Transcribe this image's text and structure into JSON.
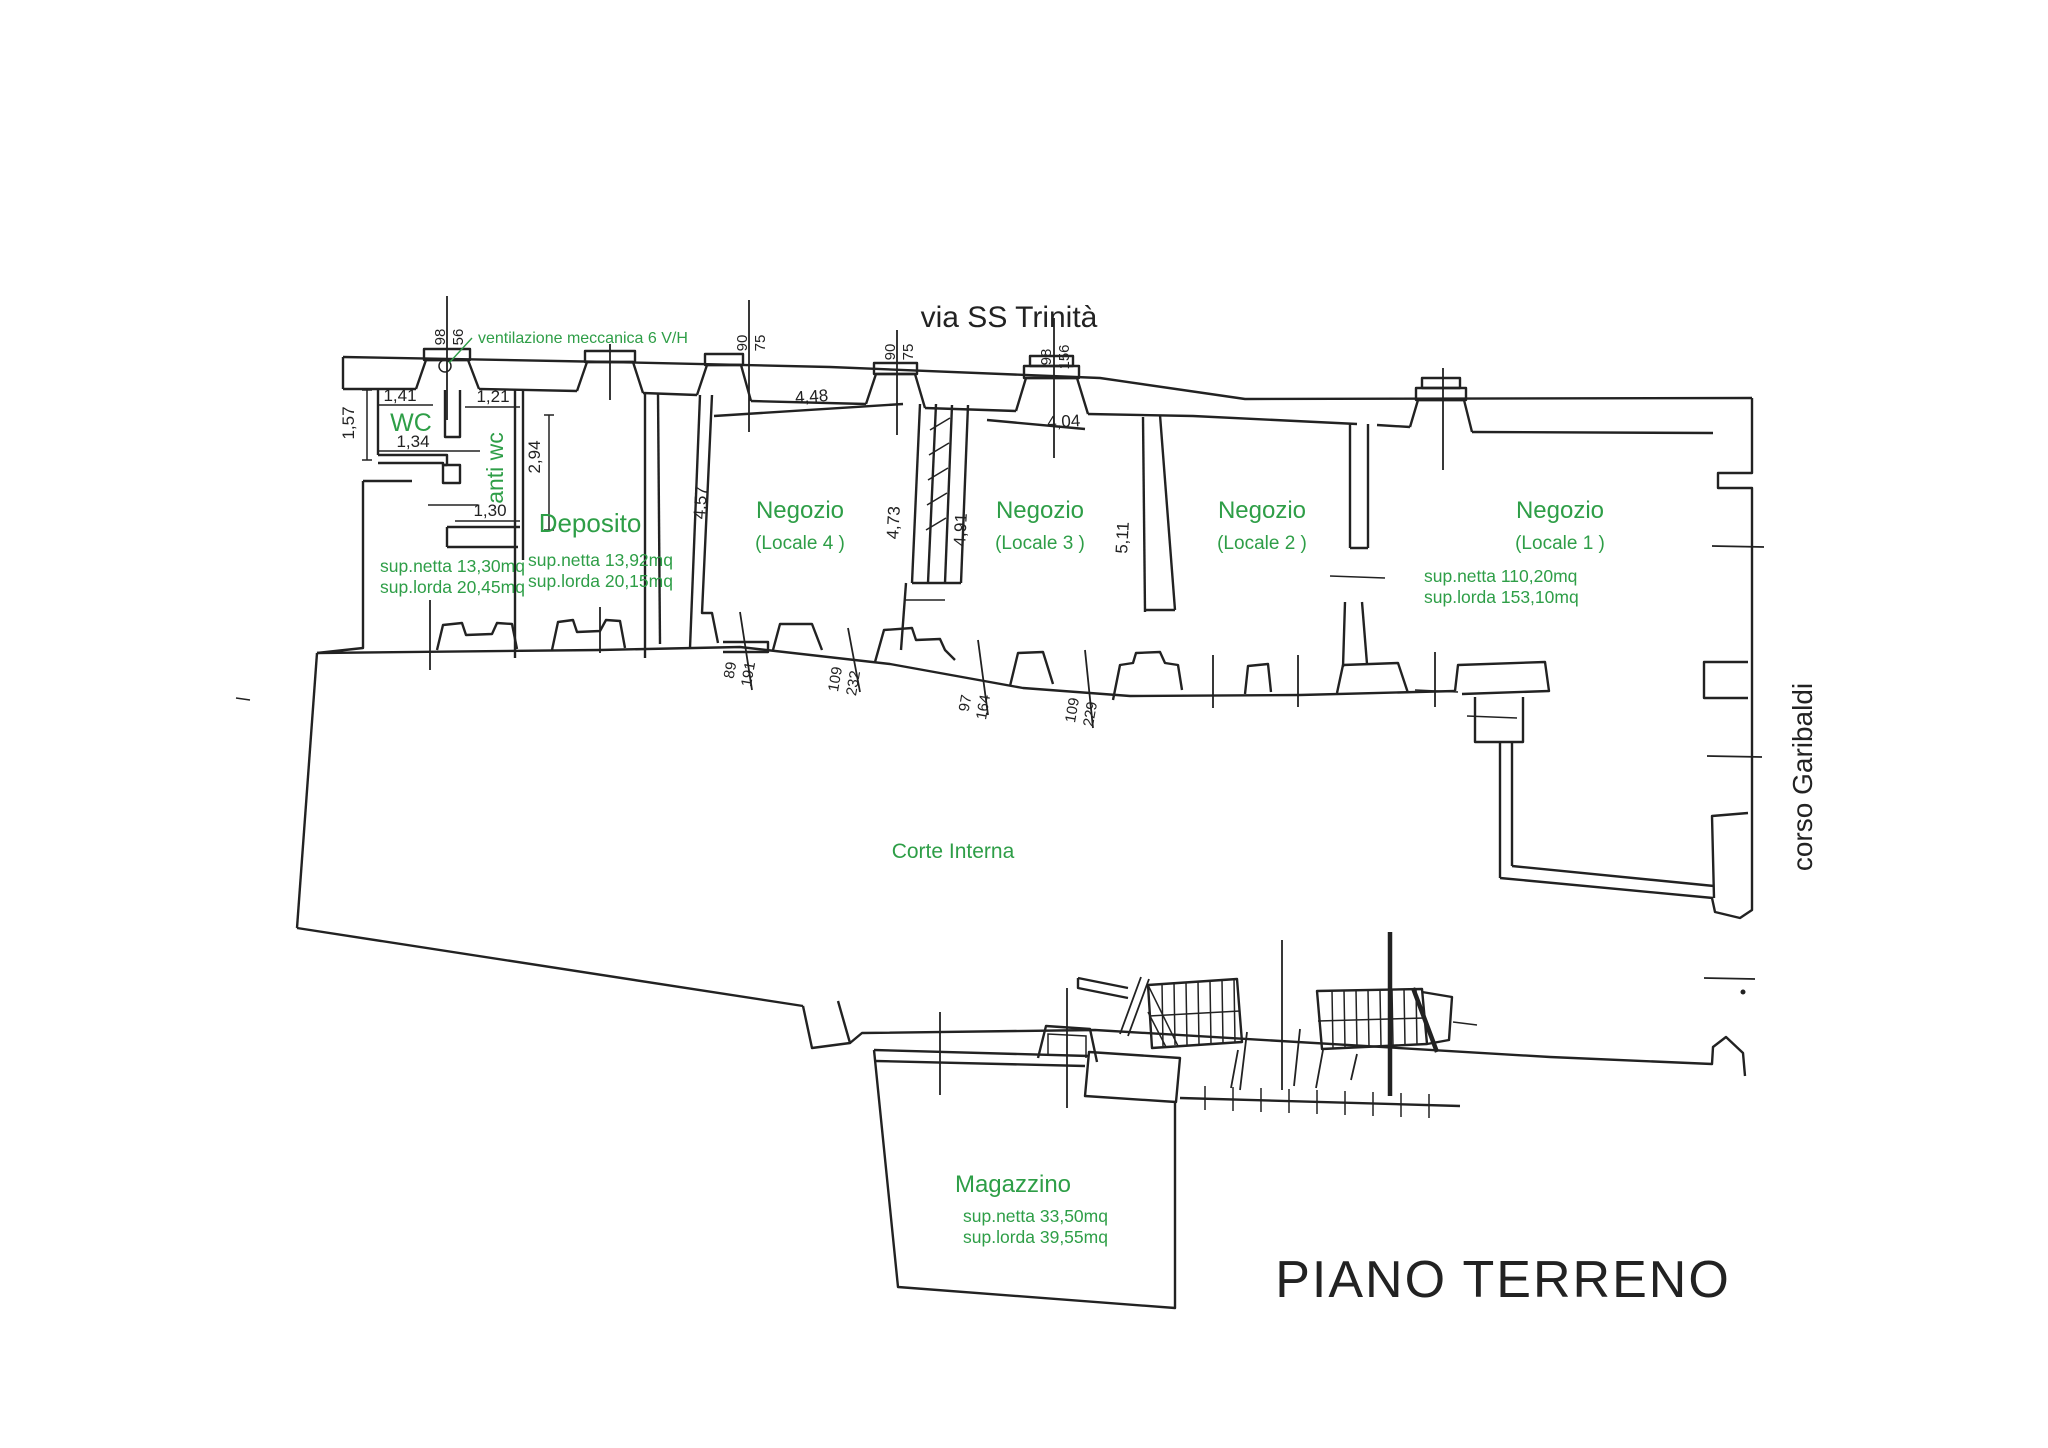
{
  "plan": {
    "title": "PIANO TERRENO",
    "street_top": "via  SS Trinità",
    "street_right": "corso Garibaldi",
    "annotation_ventilation": "ventilazione meccanica 6 V/H",
    "rooms": {
      "wc": {
        "name": "WC",
        "sup_netta": "sup.netta 13,30mq",
        "sup_lorda": "sup.lorda 20,45mq"
      },
      "anti_wc": {
        "name": "anti wc"
      },
      "deposito": {
        "name": "Deposito",
        "sup_netta": "sup.netta 13,92mq",
        "sup_lorda": "sup.lorda 20,15mq"
      },
      "negozio_4": {
        "name": "Negozio",
        "locale": "(Locale 4 )"
      },
      "negozio_3": {
        "name": "Negozio",
        "locale": "(Locale 3 )"
      },
      "negozio_2": {
        "name": "Negozio",
        "locale": "(Locale 2 )"
      },
      "negozio_1": {
        "name": "Negozio",
        "locale": "(Locale 1 )",
        "sup_netta": "sup.netta 110,20mq",
        "sup_lorda": "sup.lorda 153,10mq"
      },
      "corte_interna": {
        "name": "Corte Interna"
      },
      "magazzino": {
        "name": "Magazzino",
        "sup_netta": "sup.netta 33,50mq",
        "sup_lorda": "sup.lorda 39,55mq"
      }
    },
    "dims_linear": {
      "d141": "1,41",
      "d121": "1,21",
      "d157": "1,57",
      "d134": "1,34",
      "d130": "1,30",
      "d294": "2,94",
      "d448": "4,48",
      "d457": "4,57",
      "d473": "4,73",
      "d491": "4,91",
      "d404": "4,04",
      "d511": "5,11"
    },
    "dims_openings": [
      {
        "w": "98",
        "h": "56"
      },
      {
        "w": "90",
        "h": "75"
      },
      {
        "w": "90",
        "h": "75"
      },
      {
        "w": "98",
        "h": "156"
      },
      {
        "w": "89",
        "h": "191"
      },
      {
        "w": "109",
        "h": "232"
      },
      {
        "w": "97",
        "h": "164"
      },
      {
        "w": "109",
        "h": "229"
      }
    ]
  },
  "colors": {
    "ink": "#222222",
    "label_green": "#2e9e47",
    "background": "#ffffff"
  }
}
